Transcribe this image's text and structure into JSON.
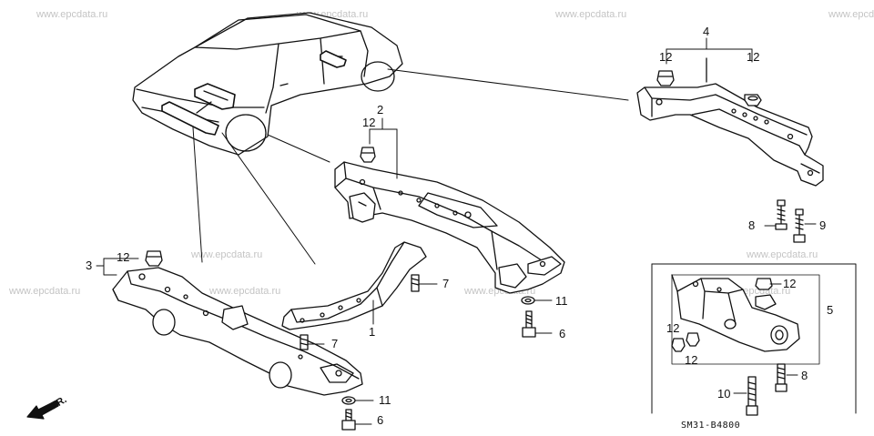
{
  "watermark": "www.epcdata.ru",
  "diagram_code": "SM31-B4800",
  "direction_label": "FR.",
  "callouts": {
    "c1": "1",
    "c2": "2",
    "c3": "3",
    "c4": "4",
    "c5": "5",
    "c6a": "6",
    "c6b": "6",
    "c7a": "7",
    "c7b": "7",
    "c8a": "8",
    "c8b": "8",
    "c9": "9",
    "c10": "10",
    "c11a": "11",
    "c11b": "11",
    "c12a": "12",
    "c12b": "12",
    "c12c": "12",
    "c12d": "12",
    "c12e": "12",
    "c12f": "12",
    "c12g": "12"
  }
}
